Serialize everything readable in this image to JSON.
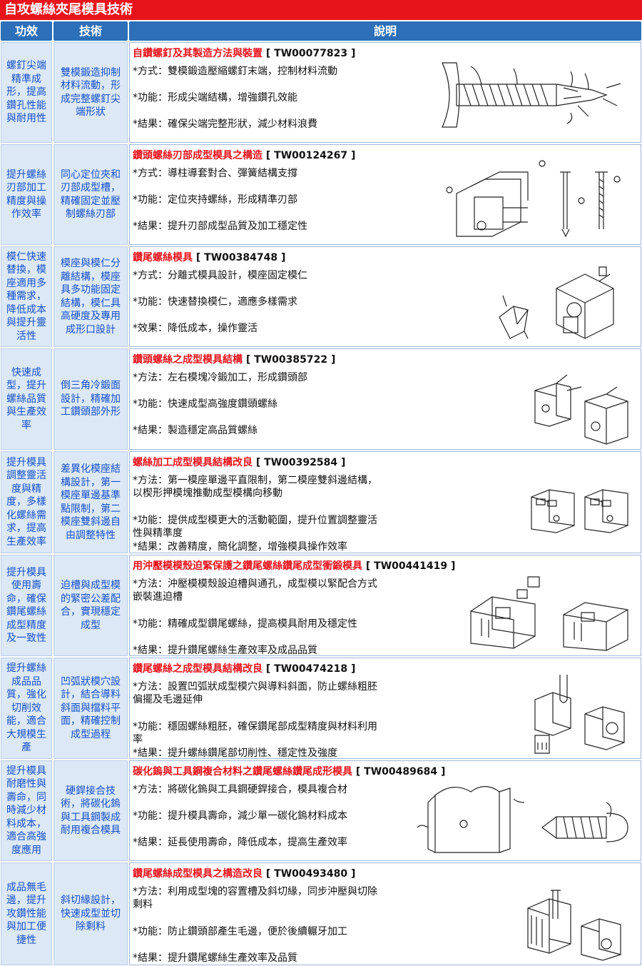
{
  "title": "自攻螺絲夾尾模具技術",
  "headers": {
    "effect": "功效",
    "tech": "技術",
    "desc": "說明"
  },
  "rows": [
    {
      "effect": "螺釘尖端精準成形，提高鑽孔性能與耐用性",
      "tech": "雙模鍛造抑制材料流動，形成完整螺釘尖端形狀",
      "title": "自鑽螺釘及其製造方法與裝置",
      "code": "[ TW00077823 ]",
      "lines": [
        "*方式：雙模鍛造壓縮螺釘末端，控制材料流動",
        "*功能：形成尖端結構，增強鑽孔效能",
        "*結果：確保尖端完整形狀，減少材料浪費"
      ],
      "fig": "screw-tip-drawing"
    },
    {
      "effect": "提升螺絲刃部加工精度與操作效率",
      "tech": "同心定位夾和刃部成型槽，精確固定並壓制螺絲刃部",
      "title": "鑽頭螺絲刃部成型模具之構造",
      "code": "[ TW00124267 ]",
      "lines": [
        "*方式：導柱導套對合、彈簧結構支撐",
        "*功能：定位夾持螺絲，形成精準刃部",
        "*結果：提升刃部成型品質及加工穩定性"
      ],
      "fig": "die-with-screws-drawing"
    },
    {
      "effect": "模仁快速替換，模座適用多種需求，降低成本與提升靈活性",
      "tech": "模座與模仁分離結構，模座具多功能固定結構，模仁具高硬度及專用成形口設計",
      "title": "鑽尾螺絲模具",
      "code": "[ TW00384748 ]",
      "lines": [
        "*方式：分離式模具設計，模座固定模仁",
        "*功能：快速替換模仁，適應多樣需求",
        "*效果：降低成本，操作靈活"
      ],
      "fig": "die-seat-drawing"
    },
    {
      "effect": "快速成型，提升螺絲品質與生產效率",
      "tech": "倒三角冷鍛面設計，精確加工鑽頭部外形",
      "title": "鑽頭螺絲之成型模具結構",
      "code": "[ TW00385722 ]",
      "lines": [
        "*方法：左右模塊冷鍛加工，形成鑽頭部",
        "*功能：快速成型高強度鑽頭螺絲",
        "*結果：製造穩定高品質螺絲"
      ],
      "fig": "cold-forging-die-drawing"
    },
    {
      "effect": "提升模具調整靈活度與精度，多樣化螺絲需求，提高生產效率",
      "tech": "差異化模座結構設計，第一模座單邊基準點限制，第二模座雙斜邊自由調整特性",
      "title": "螺絲加工成型模具結構改良",
      "code": "[ TW00392584 ]",
      "lines": [
        "*方法：第一模座單邊平直限制，第二模座雙斜邊結構，以楔形押模塊推動成型模構向移動",
        "*功能：提供成型模更大的活動範圍，提升位置調整靈活性與精準度",
        "*結果：改善精度，簡化調整，增強模具操作效率"
      ],
      "fig": "twin-die-seat-drawing"
    },
    {
      "effect": "提升模具使用壽命，確保鑽尾螺絲成型精度及一致性",
      "tech": "迫槽與成型模的緊密公差配合，實現穩定成型",
      "title": "用沖壓模模殼迫緊保護之鑽尾螺絲鑽尾成型衝鍛模具",
      "code": "[ TW00441419 ]",
      "lines": [
        "*方法：沖壓模模殼設迫槽與通孔，成型模以緊配合方式嵌裝進迫槽",
        "*功能：精確成型鑽尾螺絲，提高模具耐用及穩定性",
        "*結果：提升鑽尾螺絲生產效率及成品品質"
      ],
      "fig": "stamping-die-shell-drawing"
    },
    {
      "effect": "提升螺絲成品品質，強化切削效能，適合大規模生產",
      "tech": "凹弧狀模穴設計，結合導料斜面與擋料平面，精確控制成型過程",
      "title": "鑽尾螺絲之成型模具結構改良",
      "code": "[ TW00474218 ]",
      "lines": [
        "*方法：設置凹弧狀成型模穴與導料斜面，防止螺絲粗胚偏擺及毛邊延伸",
        "*功能：穩固螺絲粗胚，確保鑽尾部成型精度與材料利用率",
        "*結果：提升螺絲鑽尾部切削性、穩定性及強度"
      ],
      "fig": "arc-cavity-die-drawing"
    },
    {
      "effect": "提升模具耐磨性與壽命，同時減少材料成本，適合高強度應用",
      "tech": "硬銲接合技術，將碳化鎢與工具鋼製成耐用複合模具",
      "title": "碳化鎢與工具鋼複合材料之鑽尾螺絲鑽尾成形模具",
      "code": "[ TW00489684 ]",
      "lines": [
        "*方法：將碳化鎢與工具鋼硬銲接合，模具複合材",
        "*功能：提升模具壽命，減少單一碳化鎢材料成本",
        "*結果：延長使用壽命，降低成本，提高生產效率"
      ],
      "fig": "composite-die-drawing"
    },
    {
      "effect": "成品無毛邊，提升攻鑽性能與加工便捷性",
      "tech": "斜切緣設計，快速成型並切除剩料",
      "title": "鑽尾螺絲成型模具之構造改良",
      "code": "[ TW00493480 ]",
      "lines": [
        "*方法：利用成型塊的容置槽及斜切緣，同步沖壓與切除剩料",
        "*功能：防止鑽頭部產生毛邊，便於後續輾牙加工",
        "*結果：提升鑽尾螺絲生產效率及品質"
      ],
      "fig": "bevel-edge-die-drawing"
    }
  ]
}
